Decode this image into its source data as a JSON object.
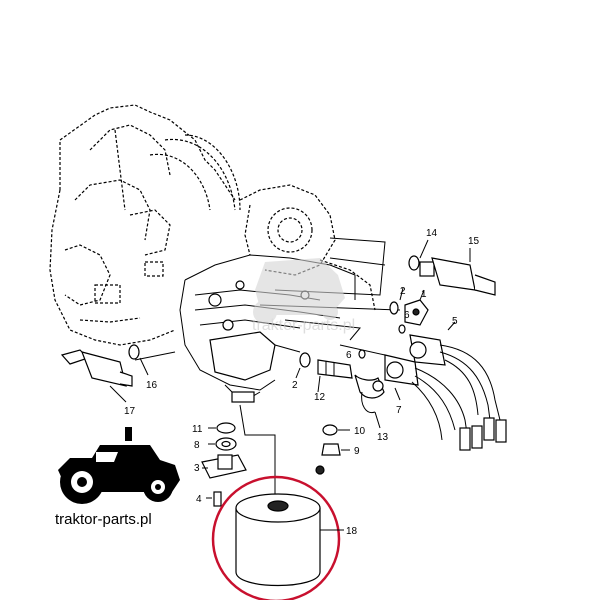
{
  "callouts": {
    "c1": "1",
    "c2a": "2",
    "c2b": "2",
    "c3": "3",
    "c4": "4",
    "c5": "5",
    "c6a": "6",
    "c6b": "6",
    "c7": "7",
    "c8": "8",
    "c9": "9",
    "c10": "10",
    "c11": "11",
    "c12": "12",
    "c13": "13",
    "c14": "14",
    "c15": "15",
    "c16": "16",
    "c17": "17",
    "c18": "18"
  },
  "logo": {
    "text": "traktor-parts.pl"
  },
  "watermark": {
    "text": "traktor-parts.pl"
  },
  "colors": {
    "highlight_circle": "#c8102e",
    "ink": "#000000",
    "watermark": "#c8c8c8"
  }
}
